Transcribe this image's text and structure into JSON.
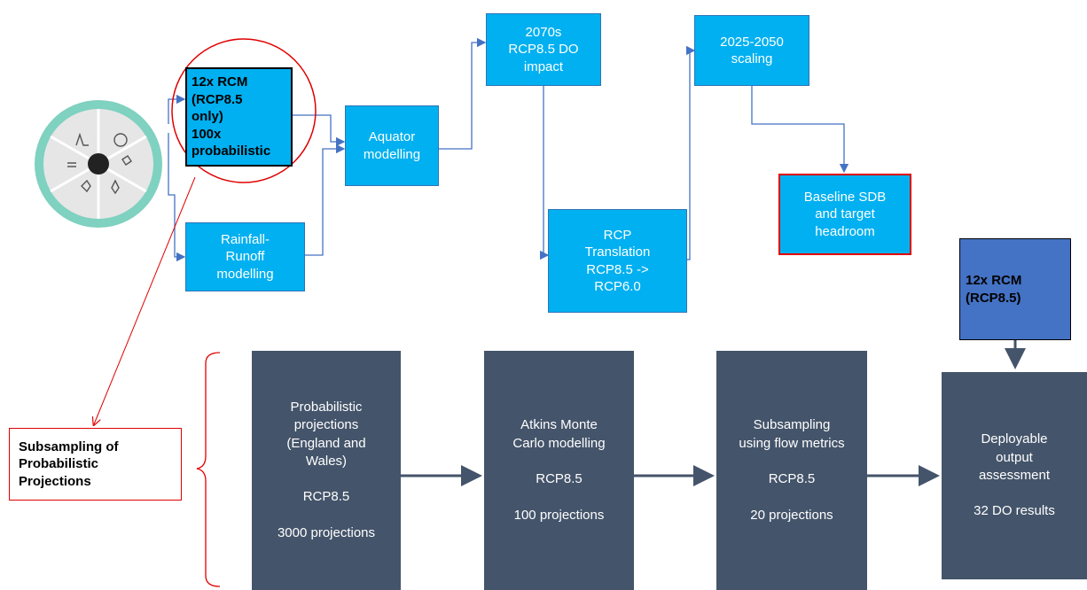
{
  "top_flow": {
    "rcm_box": "12x RCM\n(RCP8.5\nonly)\n100x\nprobabilistic",
    "rainfall_runoff": "Rainfall-\nRunoff\nmodelling",
    "aquator": "Aquator\nmodelling",
    "do_impact": "2070s\nRCP8.5 DO\nimpact",
    "rcp_translation": "RCP\nTranslation\nRCP8.5 ->\nRCP6.0",
    "scaling": "2025-2050\nscaling",
    "baseline": "Baseline SDB\nand target\nheadroom"
  },
  "subsampling_label": "Subsampling of\nProbabilistic\nProjections",
  "bottom_flow": {
    "probabilistic": "Probabilistic\nprojections\n(England and\nWales)\n\nRCP8.5\n\n3000 projections",
    "monte_carlo": "Atkins Monte\nCarlo modelling\n\nRCP8.5\n\n100 projections",
    "subsampling_metrics": "Subsampling\nusing flow metrics\n\nRCP8.5\n\n20 projections",
    "deployable": "Deployable\noutput\nassessment\n\n32 DO results",
    "rcm_top": "12x RCM\n(RCP8.5)"
  },
  "colors": {
    "cyan": "#00b0f0",
    "dark": "#44546a",
    "blue": "#4472c4",
    "red": "#e00000",
    "connector": "#4472c4",
    "arrow_dark": "#44546a"
  },
  "icons": [
    "climate-wheel-icon"
  ]
}
